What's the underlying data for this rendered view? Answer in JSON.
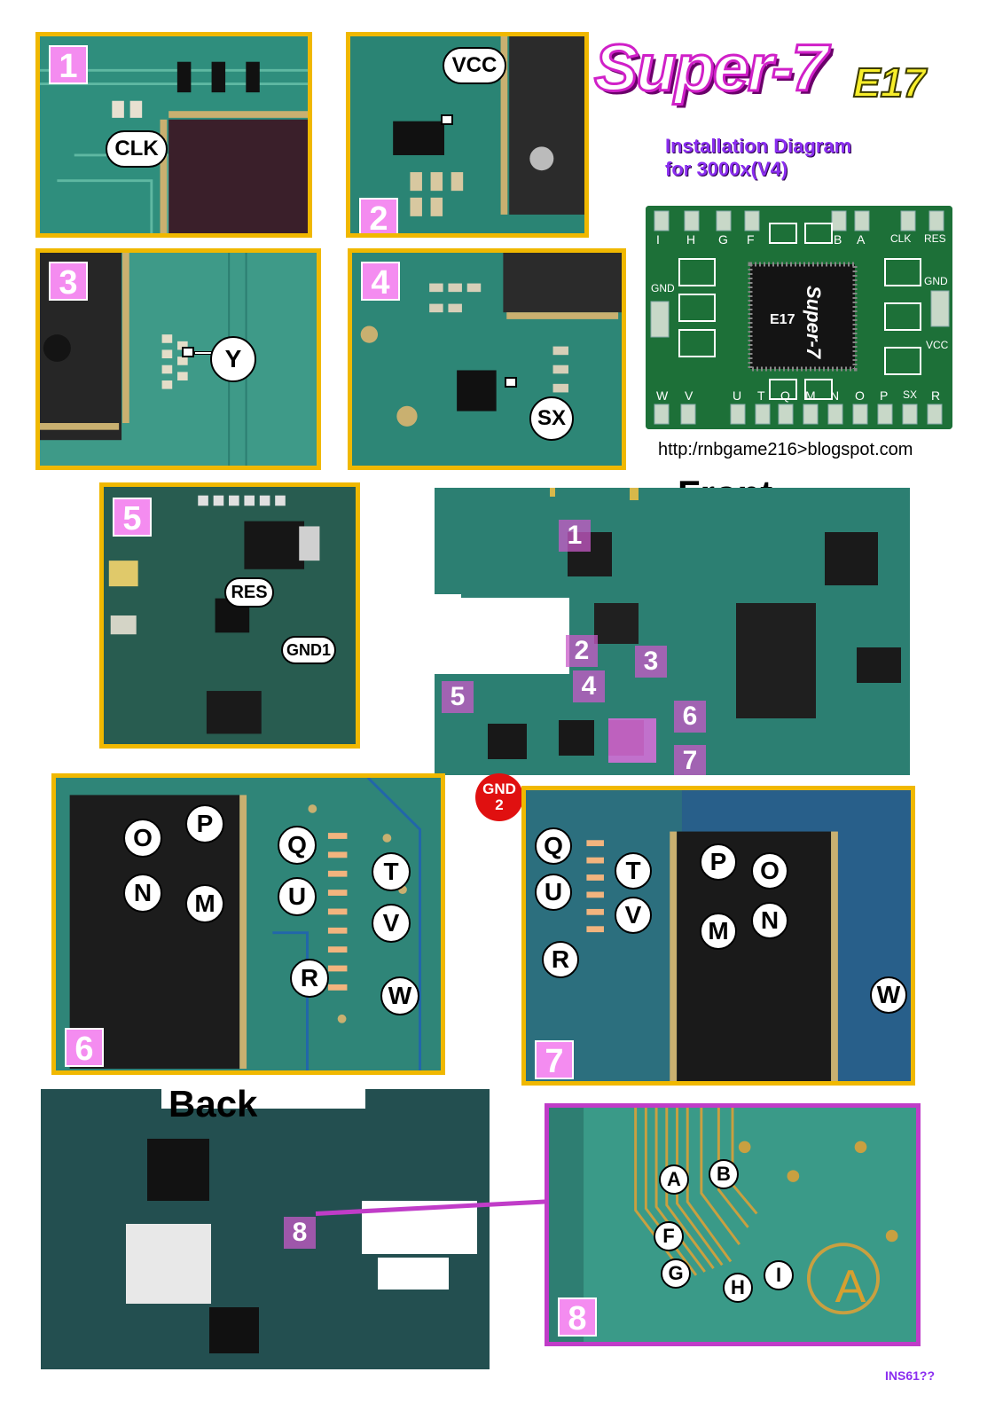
{
  "header": {
    "brand": "Super-7",
    "model": "E17",
    "subtitle_line1": "Installation Diagram",
    "subtitle_line2": "for 3000x(V4)",
    "url": "http:/rnbgame216>blogspot.com"
  },
  "chip": {
    "name": "Super-7",
    "model": "E17",
    "top_pins": [
      "I",
      "H",
      "G",
      "F",
      "B",
      "A",
      "CLK",
      "RES"
    ],
    "bottom_pins": [
      "W",
      "V",
      "U",
      "T",
      "Q",
      "M",
      "N",
      "O",
      "P",
      "SX",
      "R"
    ],
    "side_left": "GND",
    "side_right": [
      "GND",
      "VCC"
    ]
  },
  "boards": {
    "front_label": "Front",
    "back_label": "Back",
    "gnd2_line1": "GND",
    "gnd2_line2": "2",
    "front_markers": [
      "1",
      "2",
      "3",
      "4",
      "5",
      "6",
      "7"
    ],
    "back_marker": "8"
  },
  "panels": {
    "p1": {
      "num": "1",
      "labels": [
        "CLK"
      ]
    },
    "p2": {
      "num": "2",
      "labels": [
        "VCC"
      ]
    },
    "p3": {
      "num": "3",
      "labels": [
        "Y"
      ]
    },
    "p4": {
      "num": "4",
      "labels": [
        "SX"
      ]
    },
    "p5": {
      "num": "5",
      "labels": [
        "RES",
        "GND1"
      ]
    },
    "p6": {
      "num": "6",
      "labels": [
        "P",
        "O",
        "Q",
        "T",
        "N",
        "M",
        "U",
        "V",
        "R",
        "W"
      ]
    },
    "p7": {
      "num": "7",
      "labels": [
        "Q",
        "T",
        "P",
        "O",
        "U",
        "V",
        "N",
        "M",
        "R",
        "W"
      ]
    },
    "p8": {
      "num": "8",
      "labels": [
        "A",
        "B",
        "F",
        "G",
        "H",
        "I"
      ],
      "stamp": "A"
    }
  },
  "footer": "INS61??",
  "colors": {
    "panel_border": "#f0b800",
    "panel8_border": "#c03cc8",
    "number_badge": "#f48cf0",
    "gnd2": "#e01010"
  }
}
